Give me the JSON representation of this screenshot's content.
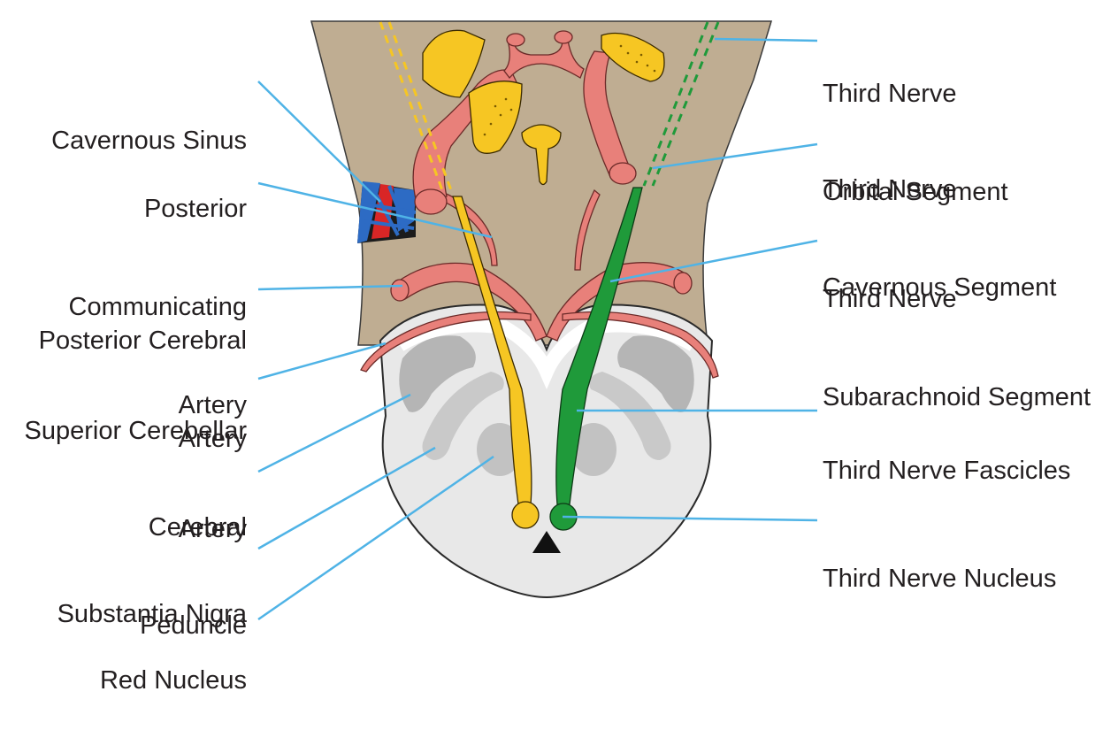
{
  "colors": {
    "leader_line": "#4fb3e6",
    "background_tissue": "#bfad92",
    "artery": "#e8807a",
    "nerve_left": "#f6c623",
    "nerve_right": "#1f9a3a",
    "brainstem": "#e6e6e6",
    "peduncle": "#c8c8c8",
    "cavernous_blue": "#2d6bc4",
    "cavernous_red": "#d92626"
  },
  "labels_left": {
    "cavernous_sinus": [
      "Cavernous Sinus"
    ],
    "pcomm": [
      "Posterior",
      "Communicating",
      "Artery"
    ],
    "pca": [
      "Posterior Cerebral",
      "Artery"
    ],
    "sca": [
      "Superior Cerebellar",
      "Artery"
    ],
    "cerebral_peduncle": [
      "Cerebral",
      "Peduncle"
    ],
    "substantia_nigra": [
      "Substantia Nigra"
    ],
    "red_nucleus": [
      "Red Nucleus"
    ]
  },
  "labels_right": {
    "orbital": [
      "Third Nerve",
      "Orbital Segment"
    ],
    "cavernous": [
      "Third Nerve",
      "Cavernous Segment"
    ],
    "subarachnoid": [
      "Third Nerve",
      "Subarachnoid Segment"
    ],
    "fascicles": [
      "Third Nerve Fascicles"
    ],
    "nucleus": [
      "Third Nerve Nucleus"
    ]
  }
}
